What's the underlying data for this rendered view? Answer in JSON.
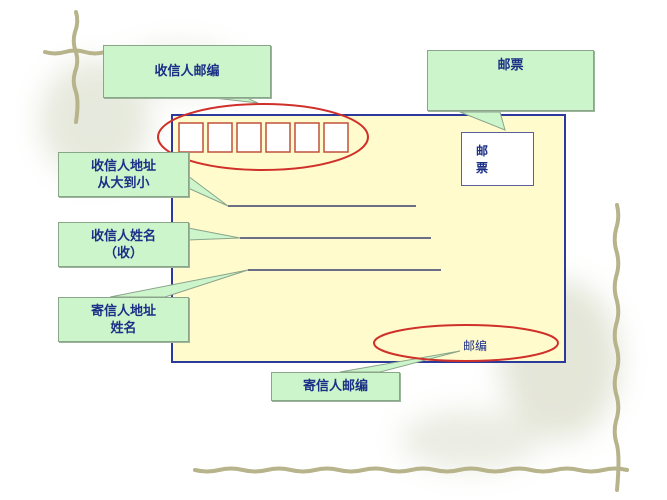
{
  "callouts": {
    "recipient_postcode": "收信人邮编",
    "stamp": "邮票",
    "recipient_address_line1": "收信人地址",
    "recipient_address_line2": "从大到小",
    "recipient_name_line1": "收信人姓名",
    "recipient_name_line2": "（收）",
    "sender_address_line1": "寄信人地址",
    "sender_address_line2": "姓名",
    "sender_postcode": "寄信人邮编"
  },
  "envelope": {
    "stamp_text": "邮 票",
    "postcode_label": "邮编",
    "postcode_box_count": 6
  },
  "colors": {
    "envelope_fill": "#fffbcc",
    "envelope_border": "#2b3a9c",
    "highlight_ellipse": "#d0302a",
    "callout_fill": "#ccf5cc",
    "text": "#1c2f86",
    "decoration": "#b7b38a"
  }
}
